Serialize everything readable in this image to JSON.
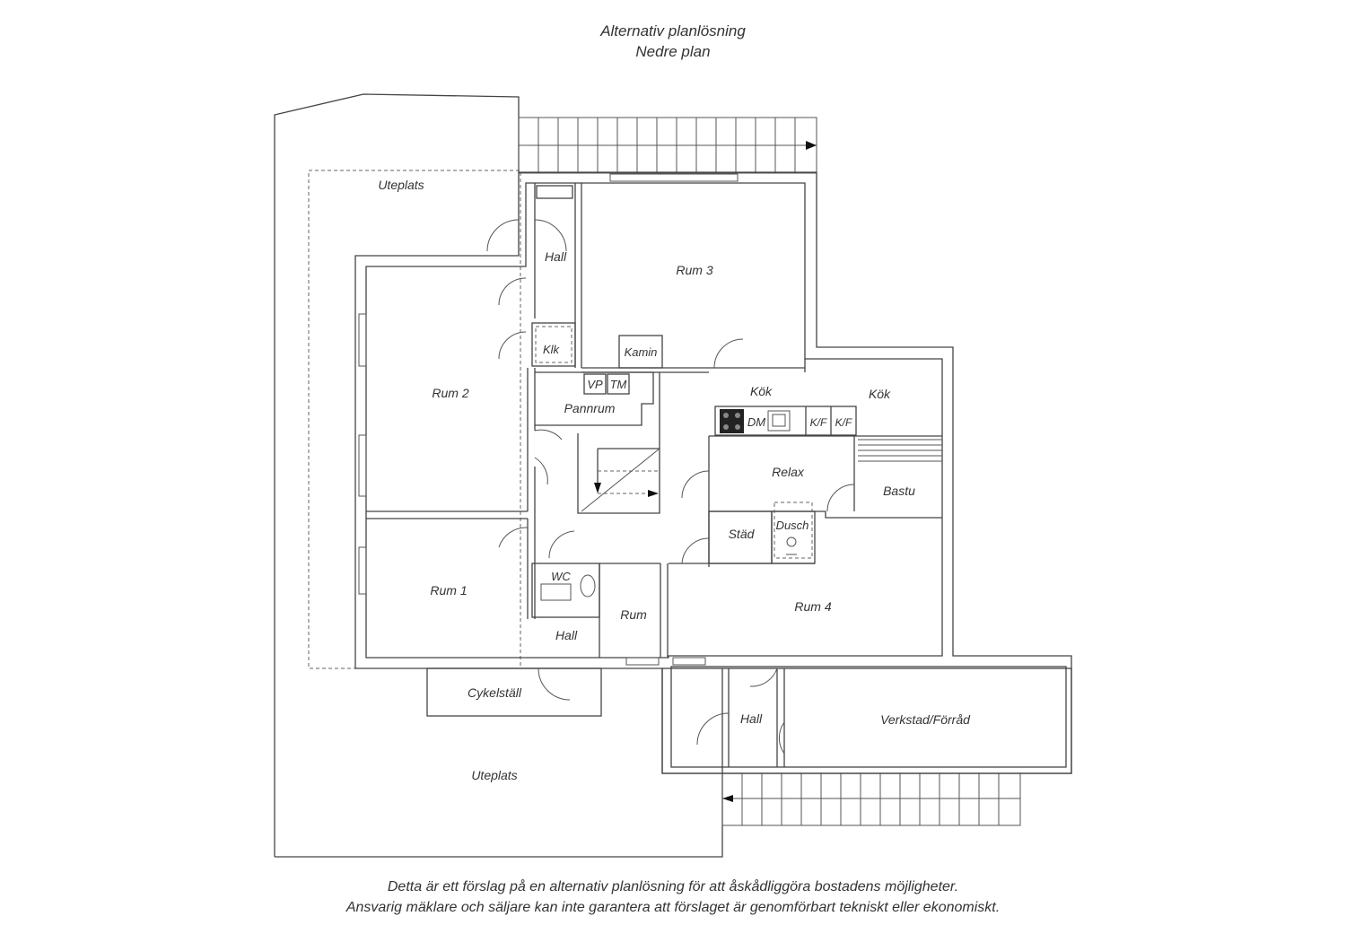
{
  "header": {
    "title": "Alternativ planlösning",
    "subtitle": "Nedre plan"
  },
  "rooms": {
    "uteplats_top": "Uteplats",
    "hall_top": "Hall",
    "rum3": "Rum 3",
    "klk": "Klk",
    "kamin": "Kamin",
    "rum2": "Rum 2",
    "vp": "VP",
    "tm": "TM",
    "pannrum": "Pannrum",
    "kok1": "Kök",
    "kok2": "Kök",
    "dm": "DM",
    "kf1": "K/F",
    "kf2": "K/F",
    "relax": "Relax",
    "bastu": "Bastu",
    "stad": "Städ",
    "dusch": "Dusch",
    "wc": "WC",
    "rum1": "Rum 1",
    "rum": "Rum",
    "rum4": "Rum 4",
    "hall_bottom": "Hall",
    "cykelstall": "Cykelställ",
    "hall_right": "Hall",
    "verkstad": "Verkstad/Förråd",
    "uteplats_bottom": "Uteplats"
  },
  "footer": {
    "line1": "Detta är ett förslag på en alternativ planlösning för att åskådliggöra bostadens möjligheter.",
    "line2": "Ansvarig mäklare och säljare kan inte garantera att förslaget är genomförbart tekniskt eller ekonomiskt."
  }
}
